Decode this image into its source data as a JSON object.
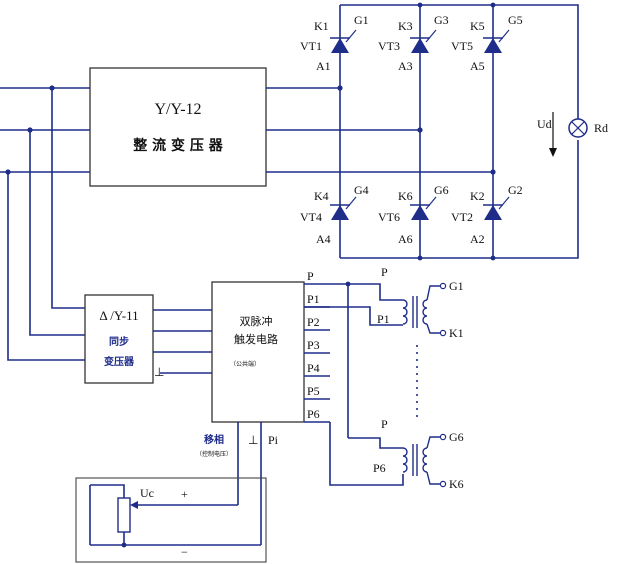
{
  "rectifier_transformer": {
    "title": "Y/Y-12",
    "name": "整 流 变 压 器"
  },
  "sync_transformer": {
    "title": "Δ /Y-11",
    "name_line1": "同步",
    "name_line2": "变压器",
    "ground": "⊥"
  },
  "trigger_circuit": {
    "line1": "双脉冲",
    "line2": "触发电路",
    "common": "（公共端）",
    "outputs": [
      "P",
      "P1",
      "P2",
      "P3",
      "P4",
      "P5",
      "P6"
    ]
  },
  "phase_shift": {
    "label": "移相",
    "sub": "（控制电压）",
    "ground": "⊥",
    "pi": "Pi"
  },
  "thyristors": [
    {
      "k": "K1",
      "vt": "VT1",
      "a": "A1",
      "g": "G1"
    },
    {
      "k": "K3",
      "vt": "VT3",
      "a": "A3",
      "g": "G3"
    },
    {
      "k": "K5",
      "vt": "VT5",
      "a": "A5",
      "g": "G5"
    },
    {
      "k": "K4",
      "vt": "VT4",
      "a": "A4",
      "g": "G4"
    },
    {
      "k": "K6",
      "vt": "VT6",
      "a": "A6",
      "g": "G6"
    },
    {
      "k": "K2",
      "vt": "VT2",
      "a": "A2",
      "g": "G2"
    }
  ],
  "load": {
    "voltage": "Ud",
    "resistor": "Rd"
  },
  "pulse_transformers": [
    {
      "p": "P",
      "pn": "P1",
      "g": "G1",
      "k": "K1"
    },
    {
      "p": "P",
      "pn": "P6",
      "g": "G6",
      "k": "K6"
    }
  ],
  "control": {
    "uc": "Uc",
    "plus": "+",
    "minus": "−"
  }
}
